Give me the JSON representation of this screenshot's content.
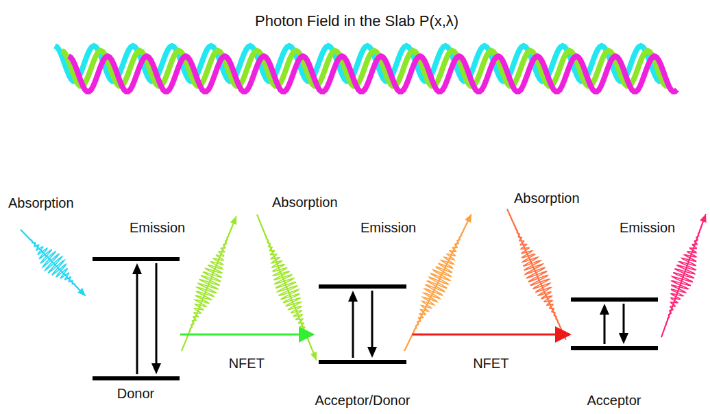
{
  "diagram": {
    "title": "Photon Field in the Slab P(x,λ)",
    "nodes": [
      {
        "text": [
          "Donor"
        ]
      },
      {
        "text": [
          "Acceptor/Donor"
        ]
      },
      {
        "text": [
          "Acceptor"
        ]
      }
    ],
    "edges": [
      {
        "from": 0,
        "to": 1,
        "label": "NFET",
        "arrow": "to"
      },
      {
        "from": 1,
        "to": 2,
        "label": "NFET",
        "arrow": "to"
      }
    ],
    "labels": [
      "Absorption",
      "Emission",
      "Absorption",
      "Emission",
      "Absorption",
      "Emission"
    ]
  }
}
